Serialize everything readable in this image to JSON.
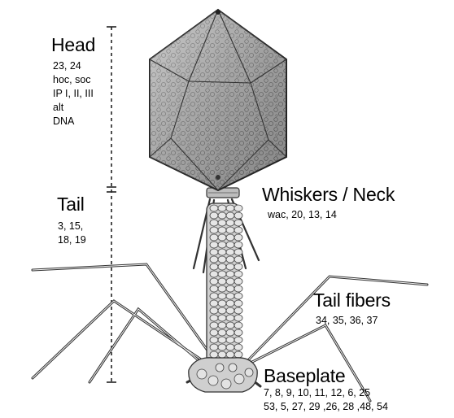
{
  "labels": {
    "head": {
      "title": "Head",
      "genes": [
        "23, 24",
        "hoc, soc",
        "IP I, II, III",
        "alt",
        "DNA"
      ]
    },
    "tail": {
      "title": "Tail",
      "genes": [
        "3, 15,",
        "18, 19"
      ]
    },
    "whiskers": {
      "title": "Whiskers / Neck",
      "genes": "wac, 20, 13, 14"
    },
    "tail_fibers": {
      "title": "Tail fibers",
      "genes": "34, 35, 36, 37"
    },
    "baseplate": {
      "title": "Baseplate",
      "genes": [
        "7, 8, 9, 10, 11, 12, 6, 25",
        "53, 5, 27, 29 ,26, 28 ,48, 54"
      ]
    }
  },
  "icons": {
    "phage": "t4-bacteriophage-illustration",
    "scale": "dashed-scale-bar-icon"
  },
  "colors": {
    "text": "#000000",
    "outline": "#2a2a2a",
    "capsid_fill": "#9a9a9a",
    "sheath_fill": "#d0d0d0"
  }
}
